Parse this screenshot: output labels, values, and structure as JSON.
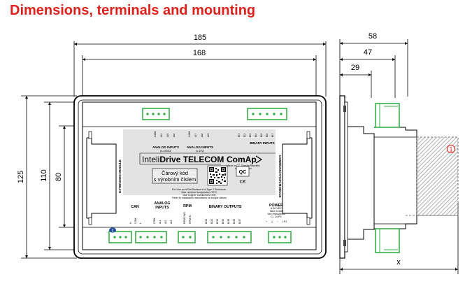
{
  "title": "Dimensions, terminals and mounting",
  "colors": {
    "title": "#e0201c",
    "terminal": "#35b04a",
    "hatch": "#d6d6d6",
    "callout_red": "#e0201c",
    "badge_blue": "#1f4e9c"
  },
  "dimensions": {
    "outer_width": "185",
    "inner_width": "168",
    "outer_height": "125",
    "mid_height": "110",
    "inner_height": "80",
    "side_total": "58",
    "side_mid": "47",
    "side_short": "29",
    "side_depth": "x"
  },
  "device": {
    "brand_prefix": "Inteli",
    "brand_name": "Drive TELECOM",
    "logo": "ComAp",
    "logo_sub": "Made in CZ, ComAp Republic",
    "logo_url": "www.comap.cz",
    "barcode_line1": "Čárový kód",
    "barcode_line2": "s výrobním číslem",
    "qc": "QC",
    "ce": "C€",
    "extension_module": "EXTENSION MODULE",
    "communication_module": "COMMUNICATION MODULE",
    "enclosure_note": [
      "For Use on a Flat Surface of a Type 1 Enclosure.",
      "Max. ambient temperature 70°C",
      "Use Copper Conductors Only",
      "Refer to installation instructions for torque values"
    ]
  },
  "top_labels": {
    "analog_inputs_1": "ANALOG INPUTS",
    "analog_inputs_1_range": "(0-2400Ω)",
    "analog_inputs_2": "ANALOG INPUTS",
    "analog_inputs_2_range": "(0-10V)",
    "binary_inputs": "BINARY INPUTS",
    "pins_ai1": [
      "COM",
      "AI4",
      "AI5",
      "AI6"
    ],
    "pins_ai2": [
      "COM",
      "AI7",
      "AI8",
      "AI9"
    ],
    "pins_bi": [
      "BI1",
      "BI2",
      "BI3",
      "BI4",
      "BI5",
      "BI6",
      "BI7"
    ]
  },
  "bottom_labels": {
    "can": "CAN",
    "analog_inputs": "ANALOG",
    "analog_inputs_2": "INPUTS",
    "rpm": "RPM",
    "binary_outputs": "BINARY OUTPUTS",
    "power": "POWER",
    "power_spec": "8-36 VDC",
    "power_max": "MAX 0.40A",
    "power_note": "See instructions",
    "power_note2": "Cl. 2/LPS",
    "pins_can": [
      "H",
      "COM",
      "L"
    ],
    "pins_ai": [
      "COM",
      "AI1",
      "AI2",
      "AI3"
    ],
    "pins_rpm": [
      "RPM GND",
      "RPM IN"
    ],
    "pins_bo": [
      "BO1",
      "BO2",
      "BO3",
      "BO4",
      "BO5",
      "BO6",
      "BO7"
    ],
    "pins_power": [
      "+",
      "⏚",
      "−",
      "LP1"
    ]
  },
  "badges": {
    "blue": "1",
    "callout": "1"
  }
}
